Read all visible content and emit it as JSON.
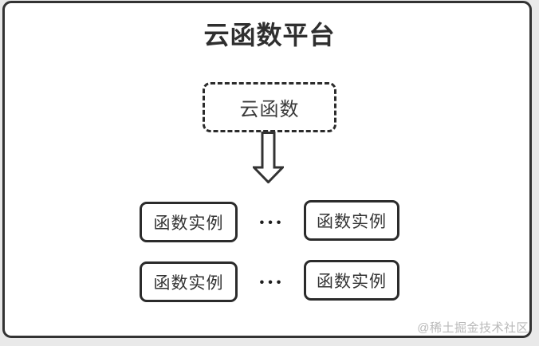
{
  "diagram": {
    "title": "云函数平台",
    "cloud_function_node": {
      "label": "云函数"
    },
    "arrow": "down-arrow",
    "rows": [
      {
        "left_label": "函数实例",
        "ellipsis": "•••",
        "right_label": "函数实例"
      },
      {
        "left_label": "函数实例",
        "ellipsis": "•••",
        "right_label": "函数实例"
      }
    ]
  },
  "watermark": "@稀土掘金技术社区",
  "colors": {
    "frame_border": "#333333",
    "node_border": "#2b2b2b",
    "text": "#333333",
    "title_text": "#2f2f2f",
    "panel_bg": "#ffffff",
    "outer_bg": "#e9e9e9",
    "watermark_text": "#b9b9b9"
  }
}
